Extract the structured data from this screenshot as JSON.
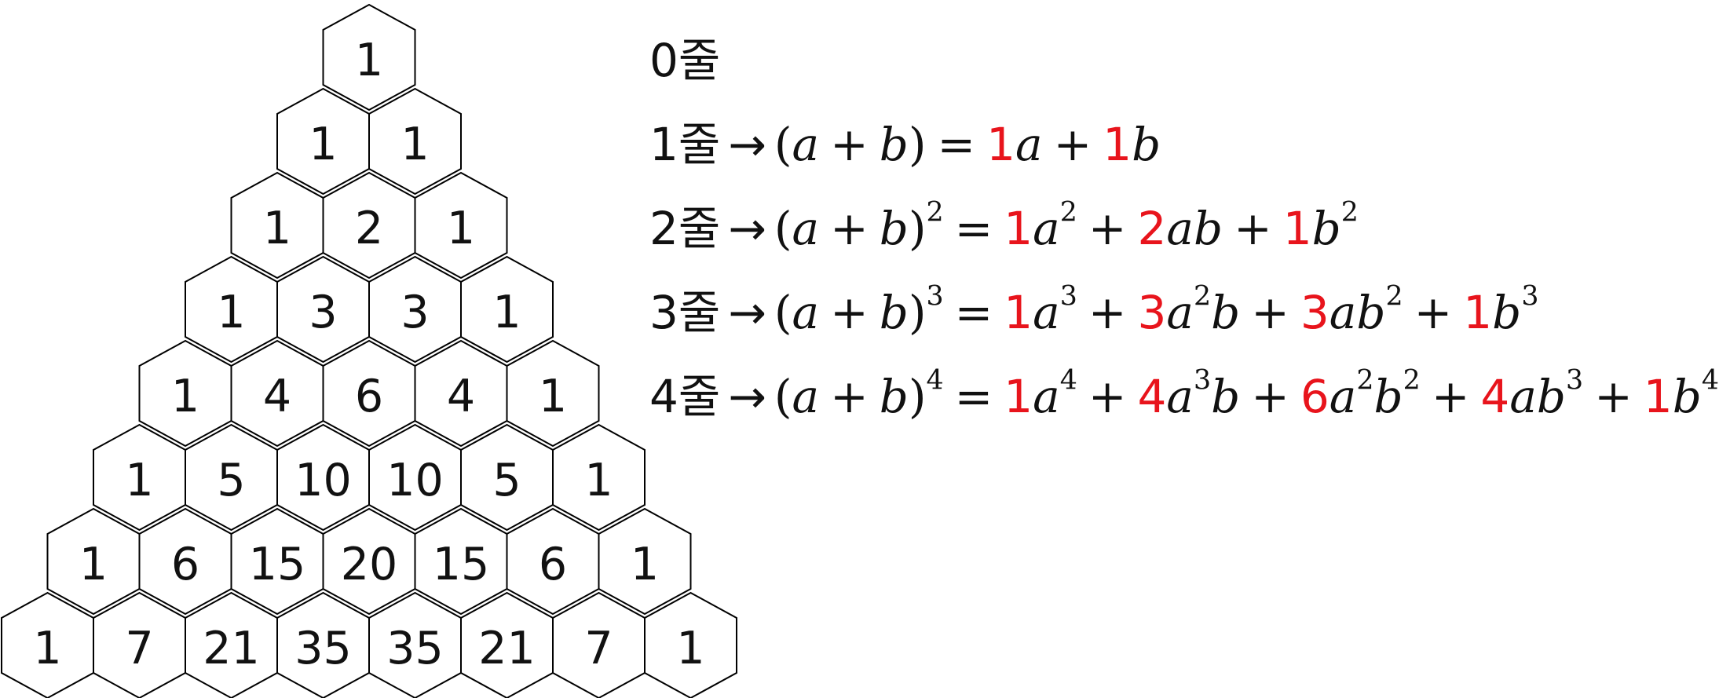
{
  "colors": {
    "coefficient": "#e8141c",
    "text": "#111111",
    "hex_stroke": "#000000"
  },
  "pascal_rows": [
    [
      1
    ],
    [
      1,
      1
    ],
    [
      1,
      2,
      1
    ],
    [
      1,
      3,
      3,
      1
    ],
    [
      1,
      4,
      6,
      4,
      1
    ],
    [
      1,
      5,
      10,
      10,
      5,
      1
    ],
    [
      1,
      6,
      15,
      20,
      15,
      6,
      1
    ],
    [
      1,
      7,
      21,
      35,
      35,
      21,
      7,
      1
    ]
  ],
  "equations": [
    {
      "label": "0줄",
      "parts": []
    },
    {
      "label": "1줄",
      "arrow": "→",
      "parts": [
        {
          "t": "("
        },
        {
          "v": "a"
        },
        {
          "op": "+"
        },
        {
          "v": "b"
        },
        {
          "t": ")"
        },
        {
          "op": "="
        },
        {
          "c": "1"
        },
        {
          "v": "a"
        },
        {
          "op": "+"
        },
        {
          "c": "1"
        },
        {
          "v": "b"
        }
      ]
    },
    {
      "label": "2줄",
      "arrow": "→",
      "parts": [
        {
          "t": "("
        },
        {
          "v": "a"
        },
        {
          "op": "+"
        },
        {
          "v": "b"
        },
        {
          "t": ")"
        },
        {
          "sup": "2"
        },
        {
          "op": "="
        },
        {
          "c": "1"
        },
        {
          "v": "a"
        },
        {
          "sup": "2"
        },
        {
          "op": "+"
        },
        {
          "c": "2"
        },
        {
          "v": "ab"
        },
        {
          "op": "+"
        },
        {
          "c": "1"
        },
        {
          "v": "b"
        },
        {
          "sup": "2"
        }
      ]
    },
    {
      "label": "3줄",
      "arrow": "→",
      "parts": [
        {
          "t": "("
        },
        {
          "v": "a"
        },
        {
          "op": "+"
        },
        {
          "v": "b"
        },
        {
          "t": ")"
        },
        {
          "sup": "3"
        },
        {
          "op": "="
        },
        {
          "c": "1"
        },
        {
          "v": "a"
        },
        {
          "sup": "3"
        },
        {
          "op": "+"
        },
        {
          "c": "3"
        },
        {
          "v": "a"
        },
        {
          "sup": "2"
        },
        {
          "v": "b"
        },
        {
          "op": "+"
        },
        {
          "c": "3"
        },
        {
          "v": "ab"
        },
        {
          "sup": "2"
        },
        {
          "op": "+"
        },
        {
          "c": "1"
        },
        {
          "v": "b"
        },
        {
          "sup": "3"
        }
      ]
    },
    {
      "label": "4줄",
      "arrow": "→",
      "parts": [
        {
          "t": "("
        },
        {
          "v": "a"
        },
        {
          "op": "+"
        },
        {
          "v": "b"
        },
        {
          "t": ")"
        },
        {
          "sup": "4"
        },
        {
          "op": "="
        },
        {
          "c": "1"
        },
        {
          "v": "a"
        },
        {
          "sup": "4"
        },
        {
          "op": "+"
        },
        {
          "c": "4"
        },
        {
          "v": "a"
        },
        {
          "sup": "3"
        },
        {
          "v": "b"
        },
        {
          "op": "+"
        },
        {
          "c": "6"
        },
        {
          "v": "a"
        },
        {
          "sup": "2"
        },
        {
          "v": "b"
        },
        {
          "sup": "2"
        },
        {
          "op": "+"
        },
        {
          "c": "4"
        },
        {
          "v": "ab"
        },
        {
          "sup": "3"
        },
        {
          "op": "+"
        },
        {
          "c": "1"
        },
        {
          "v": "b"
        },
        {
          "sup": "4"
        }
      ]
    }
  ]
}
